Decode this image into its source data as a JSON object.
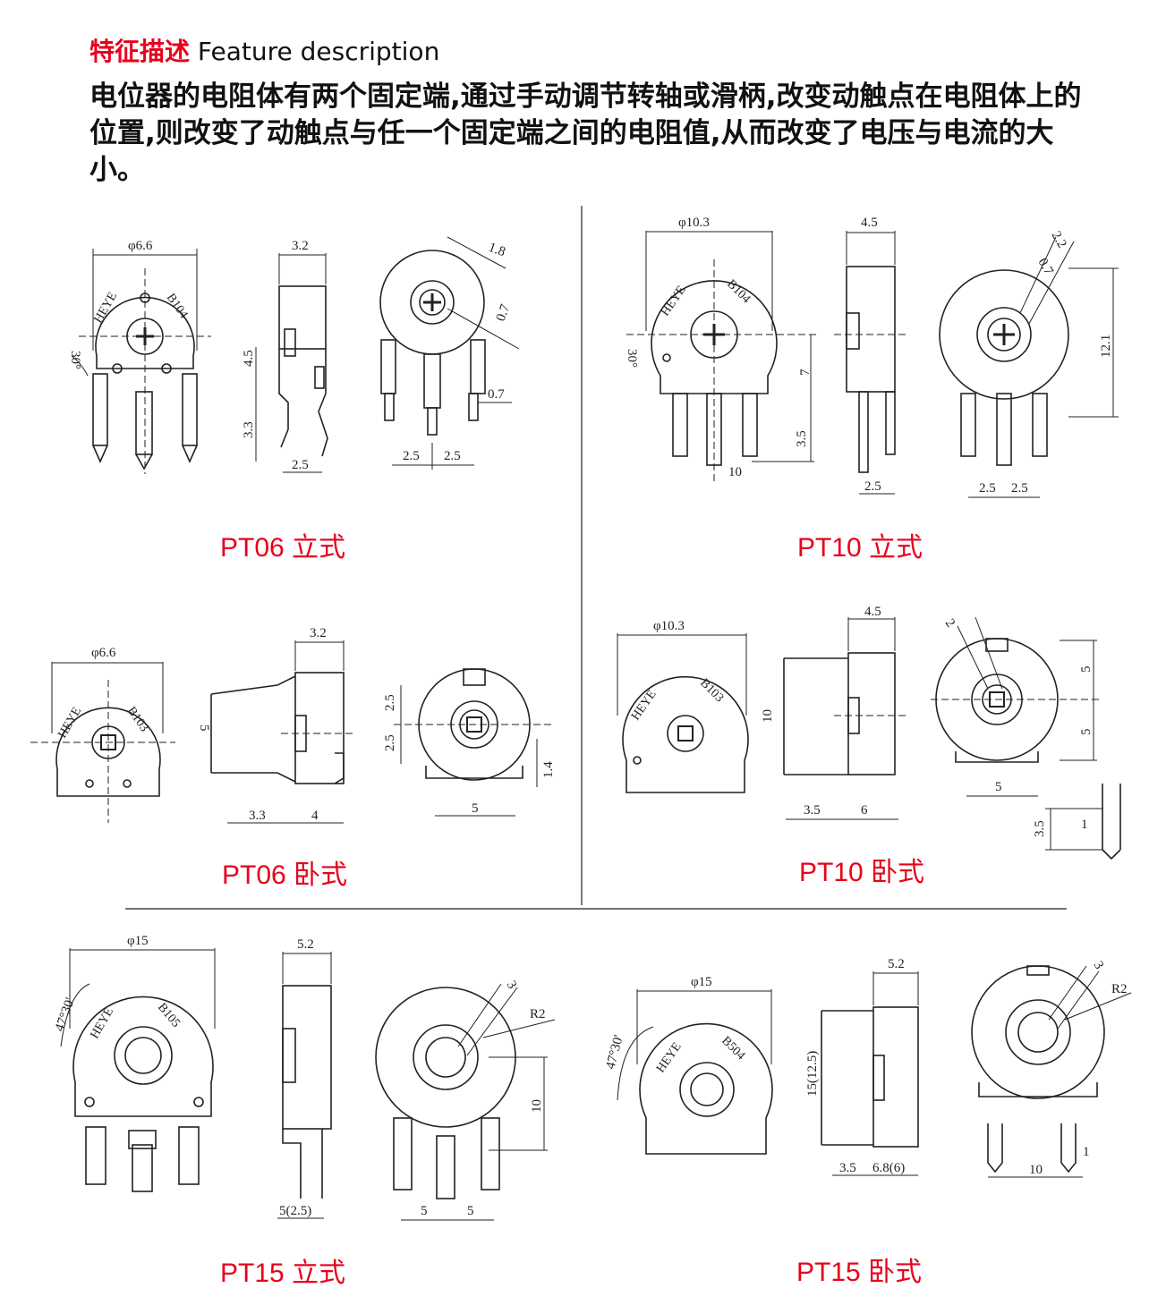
{
  "header": {
    "title_cn": "特征描述",
    "title_en": "Feature description",
    "description": "电位器的电阻体有两个固定端,通过手动调节转轴或滑柄,改变动触点在电阻体上的位置,则改变了动触点与任一个固定端之间的电阻值,从而改变了电压与电流的大小。"
  },
  "captions": {
    "pt06_v": "PT06  立式",
    "pt10_v": "PT10  立式",
    "pt06_h": "PT06  卧式",
    "pt10_h": "PT10  卧式",
    "pt15_v": "PT15  立式",
    "pt15_h": "PT15  卧式"
  },
  "dims": {
    "d66": "φ6.6",
    "d32": "3.2",
    "d18": "1.8",
    "d07": "0.7",
    "d45": "4.5",
    "d33": "3.3",
    "d25": "2.5",
    "d30": "30°",
    "b104": "B104",
    "heye": "HEYE",
    "d103": "φ10.3",
    "d121": "12.1",
    "d7": "7",
    "d35": "3.5",
    "d10": "10",
    "d22": "2.2",
    "b103": "B103",
    "d5": "5",
    "d4": "4",
    "d14": "1.4",
    "d2": "2",
    "d6": "6",
    "d1": "1",
    "d15": "φ15",
    "d52": "5.2",
    "d3": "3",
    "r2": "R2",
    "d4730": "47°30'",
    "b105": "B105",
    "d525": "5(2.5)",
    "b504": "B504",
    "d15125": "15(12.5)",
    "d6866": "6.8(6)"
  },
  "colors": {
    "accent": "#e8001c",
    "line": "#222222"
  }
}
